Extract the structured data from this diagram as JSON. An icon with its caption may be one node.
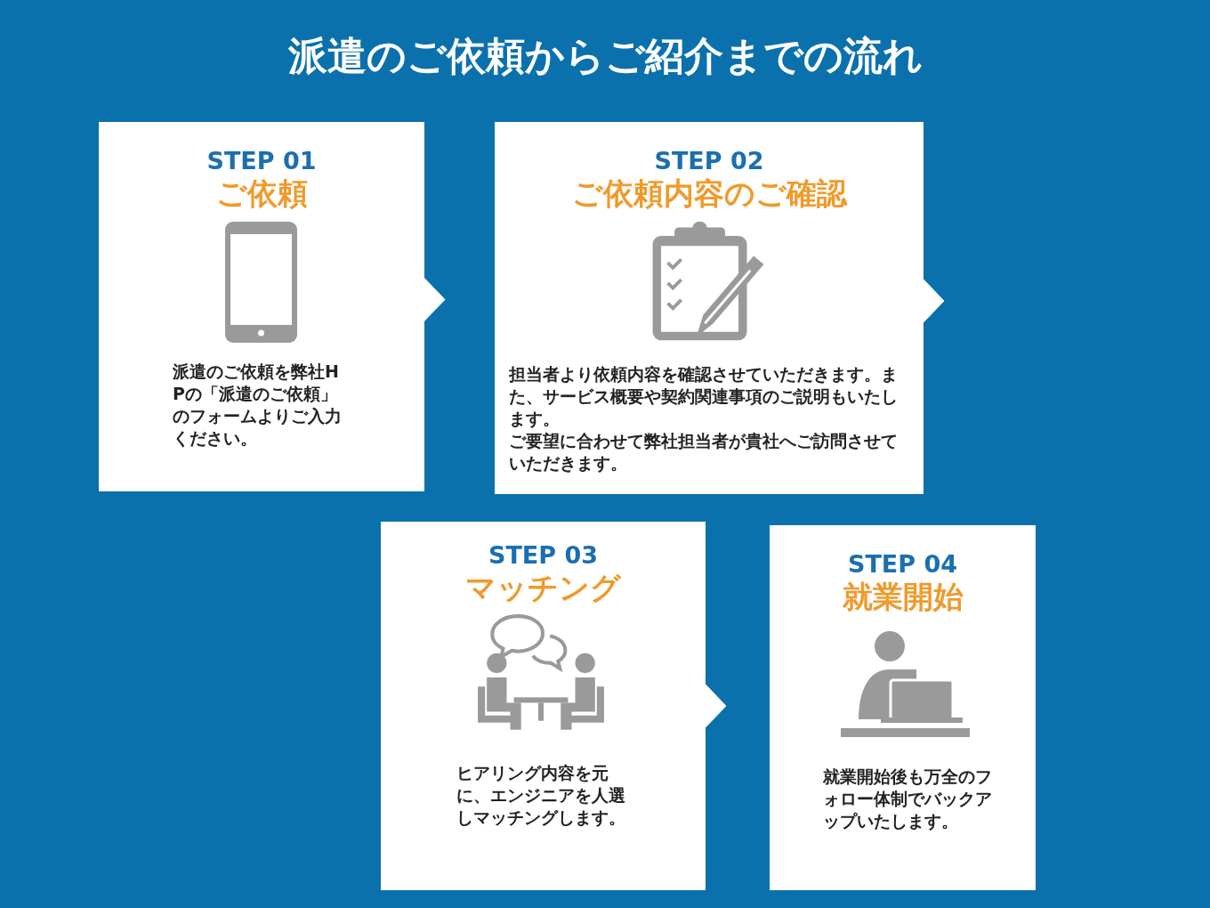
{
  "diagram": {
    "title": "派遣のご依頼からご紹介までの流れ",
    "nodes": [
      {
        "text": [
          "STEP 01",
          "ご依頼",
          "派遣のご依頼を弊社HPの「派遣のご依頼」のフォームよりご入力ください。"
        ]
      },
      {
        "text": [
          "STEP 02",
          "ご依頼内容のご確認",
          "担当者より依頼内容を確認させていただきます。また、サービス概要や契約関連事項のご説明もいたします。",
          "ご要望に合わせて弊社担当者が貴社へご訪問させていただきます。"
        ]
      },
      {
        "text": [
          "STEP 03",
          "マッチング",
          "ヒアリング内容を元に、エンジニアを人選しマッチングします。"
        ]
      },
      {
        "text": [
          "STEP 04",
          "就業開始",
          "就業開始後も万全のフォロー体制でバックアップいたします。"
        ]
      }
    ],
    "edges": [
      {
        "from": 0,
        "to": 1,
        "arrow": "to"
      },
      {
        "from": 1,
        "to": null,
        "arrow": "to"
      },
      {
        "from": 2,
        "to": 3,
        "arrow": "to"
      }
    ]
  }
}
